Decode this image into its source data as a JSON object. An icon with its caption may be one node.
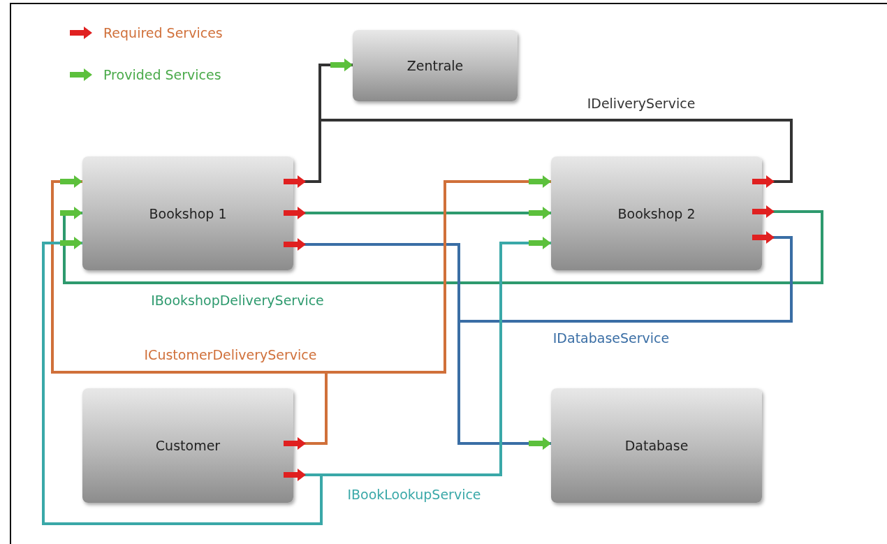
{
  "diagram": {
    "nodes": [
      {
        "text": [
          "Zentrale"
        ]
      },
      {
        "text": [
          "Bookshop 1"
        ]
      },
      {
        "text": [
          "Bookshop 2"
        ]
      },
      {
        "text": [
          "Customer"
        ]
      },
      {
        "text": [
          "Database"
        ]
      }
    ],
    "edges": [
      {
        "from": 1,
        "to": 0,
        "arrow": "to",
        "color": "#333333"
      },
      {
        "from": 2,
        "to": 0,
        "arrow": "to",
        "label": "IDeliveryService",
        "color": "#333333"
      },
      {
        "from": 1,
        "to": 2,
        "arrow": "to",
        "color": "#2e9a6e"
      },
      {
        "from": 2,
        "to": 1,
        "arrow": "to",
        "label": "IBookshopDeliveryService",
        "color": "#2e9a6e"
      },
      {
        "from": 1,
        "to": 4,
        "arrow": "to",
        "color": "#3a6ea5"
      },
      {
        "from": 2,
        "to": 4,
        "arrow": "to",
        "label": "IDatabaseService",
        "color": "#3a6ea5"
      },
      {
        "from": 3,
        "to": 1,
        "arrow": "to",
        "label": "ICustomerDeliveryService",
        "color": "#d0703a"
      },
      {
        "from": 3,
        "to": 2,
        "arrow": "to",
        "color": "#d0703a"
      },
      {
        "from": 3,
        "to": 2,
        "arrow": "to",
        "label": "IBookLookupService",
        "color": "#3aa8a8"
      },
      {
        "from": 3,
        "to": 1,
        "arrow": "to",
        "color": "#3aa8a8"
      }
    ],
    "legend": [
      {
        "text": "Required Services"
      },
      {
        "text": "Provided Services"
      }
    ]
  }
}
